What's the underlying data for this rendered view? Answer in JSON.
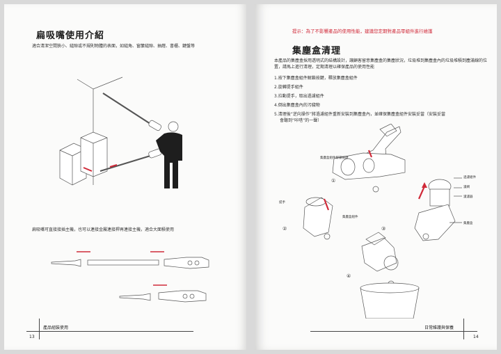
{
  "left": {
    "title": "扁吸嘴使用介紹",
    "intro": "適合清潔空間狹小、縫隙或不規則物體的表面，如縫角、窗簾縫隙、抽屜、書櫃、鍵盤等",
    "mid_text": "扁吸嘴可直接接插主機，也可以連接金屬連接桿再連接主機，適合大面積使用",
    "footer_label": "產品組裝使用",
    "page_number": "13"
  },
  "right": {
    "tip": "提示：為了不影響產品的使用性能，建議您定期對產品零組件進行維護",
    "title": "集塵盒清理",
    "intro": "本產品的集塵盒採用透明式的結構設計，讓顧客留意集塵盒的集塵狀況，垃圾堆到集塵盒內的垃圾堆積到塵滿線的位置，請馬上進行清理，定期清理以確保產品的使用性能",
    "steps": [
      "1.按下集塵盒組件解鎖按鍵，釋放集塵盒組件",
      "2.旋轉提手組件",
      "3.拉動提手，取出過濾組件",
      "4.倒出集塵盒內的污穢物",
      "5.清理後“逆向操作”將過濾組件重新安裝到集塵盒內，並確保集塵盒組件安裝妥當（安裝妥當",
      "會聽到“咔嗒”的一聲）"
    ],
    "callouts": {
      "release_button": "集塵盒組件解鎖按鍵",
      "handle": "提手",
      "dust_bin_assembly": "集塵盒組件",
      "filter_assembly": "過濾組件",
      "filter_mesh": "濾網",
      "filter_element": "濾濾器",
      "dust_bin": "集塵盒"
    },
    "step_markers": [
      "①",
      "②",
      "③",
      "④"
    ],
    "footer_label": "日常維護與保養",
    "page_number": "14"
  },
  "colors": {
    "accent_red": "#d02a39",
    "line": "#555555"
  }
}
